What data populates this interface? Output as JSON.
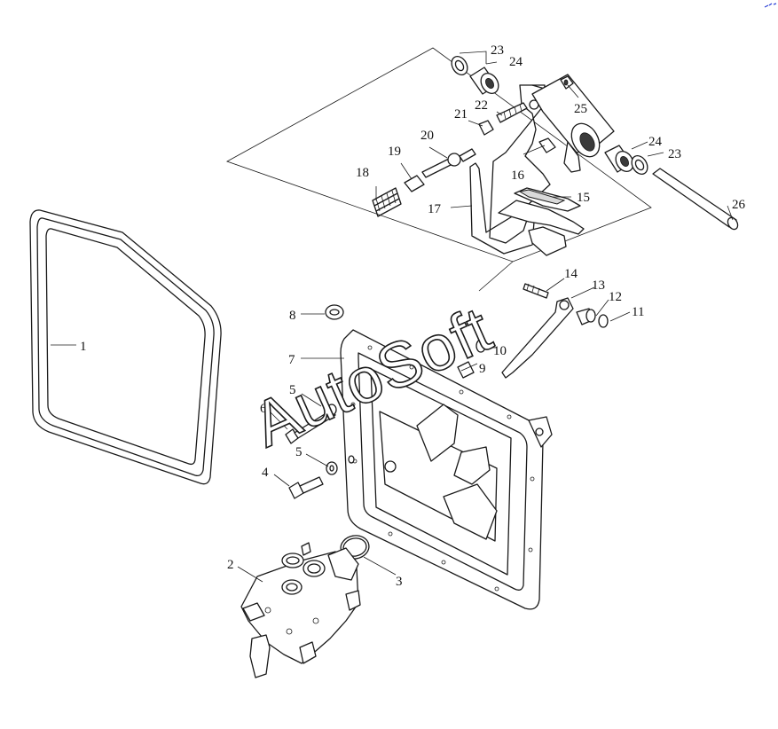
{
  "watermark": "AutoSoft",
  "colors": {
    "line": "#1a1a1a",
    "background": "#ffffff",
    "corner_mark": "#2a3fd6"
  },
  "callouts": {
    "c1": "1",
    "c2": "2",
    "c3": "3",
    "c4": "4",
    "c5a": "5",
    "c5b": "5",
    "c6": "6",
    "c7": "7",
    "c8": "8",
    "c9": "9",
    "c10": "10",
    "c11": "11",
    "c12": "12",
    "c13": "13",
    "c14": "14",
    "c15": "15",
    "c16": "16",
    "c17": "17",
    "c18": "18",
    "c19": "19",
    "c20": "20",
    "c21": "21",
    "c22": "22",
    "c23a": "23",
    "c23b": "23",
    "c24a": "24",
    "c24b": "24",
    "c25": "25",
    "c26": "26"
  }
}
